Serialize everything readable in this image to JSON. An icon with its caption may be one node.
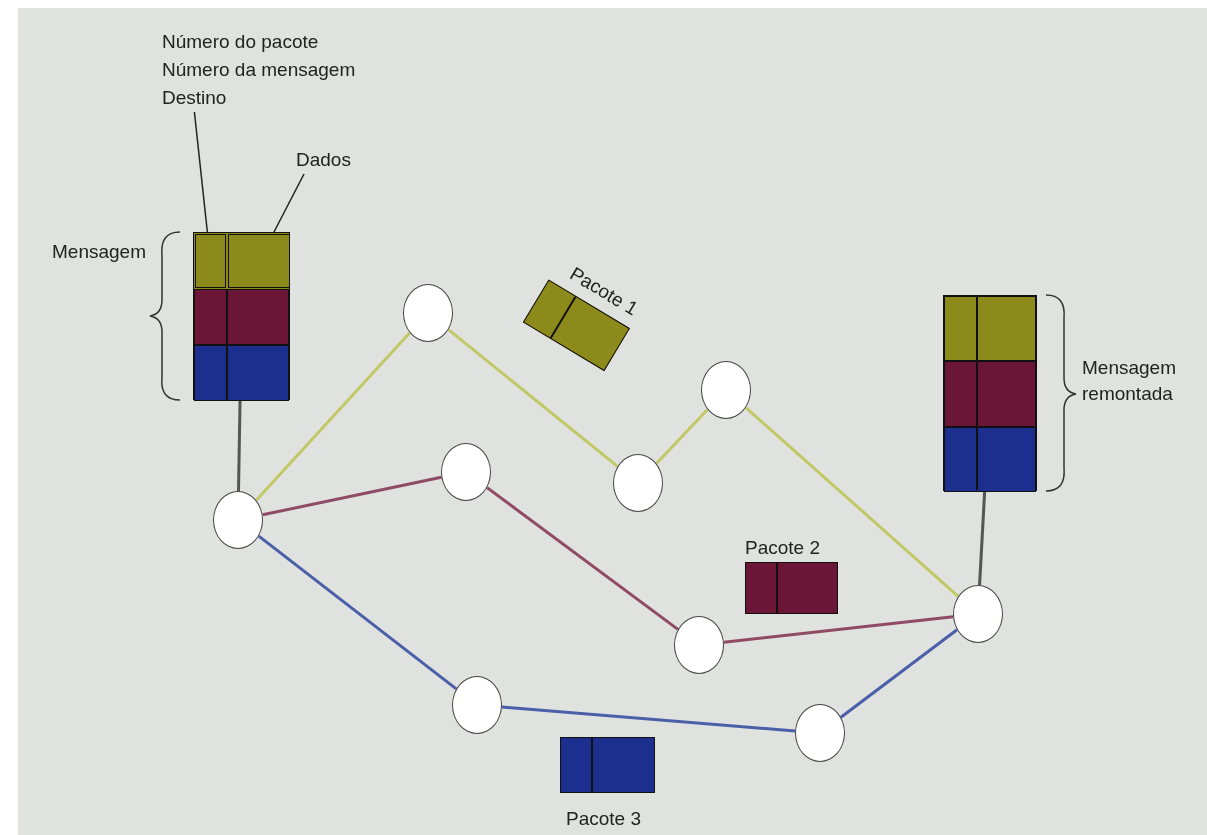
{
  "diagram": {
    "nodes": [
      {
        "text": [],
        "shape": "box",
        "beside": [
          "Mensagem"
        ]
      },
      {
        "text": [],
        "shape": "box",
        "in": 0
      },
      {
        "text": [],
        "shape": "box",
        "in": 0
      },
      {
        "text": [
          "Número do pacote",
          "Número da mensagem",
          "Destino"
        ]
      },
      {
        "text": [
          "Dados"
        ]
      },
      {
        "text": [],
        "shape": "circle"
      },
      {
        "text": [],
        "shape": "circle"
      },
      {
        "text": [],
        "shape": "circle"
      },
      {
        "text": [],
        "shape": "circle"
      },
      {
        "text": [],
        "shape": "circle"
      },
      {
        "text": [],
        "shape": "circle"
      },
      {
        "text": [],
        "shape": "circle"
      },
      {
        "text": [],
        "shape": "circle"
      },
      {
        "text": [],
        "shape": "circle"
      },
      {
        "text": [],
        "shape": "box",
        "beside": [
          "Mensagem remontada"
        ]
      },
      {
        "text": [
          "Pacote 1"
        ]
      },
      {
        "text": [
          "Pacote 2"
        ]
      },
      {
        "text": [
          "Pacote 3"
        ]
      }
    ],
    "edges": [
      {
        "from": 0,
        "to": 5,
        "arrow": "none",
        "color": "#555555"
      },
      {
        "from": 5,
        "to": 6,
        "arrow": "none",
        "color": "#c3c866"
      },
      {
        "from": 6,
        "to": 9,
        "arrow": "none",
        "color": "#c3c866"
      },
      {
        "from": 9,
        "to": 11,
        "arrow": "none",
        "color": "#c3c866"
      },
      {
        "from": 11,
        "to": 13,
        "arrow": "none",
        "color": "#c3c866"
      },
      {
        "from": 5,
        "to": 7,
        "arrow": "none",
        "color": "#8f4a66"
      },
      {
        "from": 7,
        "to": 10,
        "arrow": "none",
        "color": "#8f4a66"
      },
      {
        "from": 10,
        "to": 13,
        "arrow": "none",
        "color": "#8f4a66"
      },
      {
        "from": 5,
        "to": 8,
        "arrow": "none",
        "color": "#4a5fa8"
      },
      {
        "from": 8,
        "to": 12,
        "arrow": "none",
        "color": "#4a5fa8"
      },
      {
        "from": 12,
        "to": 13,
        "arrow": "none",
        "color": "#4a5fa8"
      },
      {
        "from": 13,
        "to": 14,
        "arrow": "none",
        "color": "#555555"
      },
      {
        "from": 3,
        "to": 1,
        "arrow": "none",
        "color": "#222222"
      },
      {
        "from": 4,
        "to": 2,
        "arrow": "none",
        "color": "#222222"
      }
    ]
  }
}
